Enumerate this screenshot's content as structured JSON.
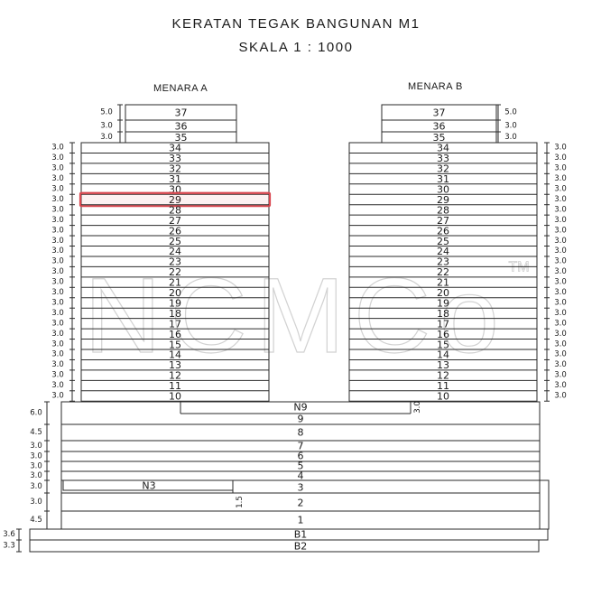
{
  "title": "KERATAN TEGAK BANGUNAN M1",
  "scale": "SKALA 1 : 1000",
  "watermark": "NCMCo",
  "watermark_mark": "TM",
  "colors": {
    "line": "#2a2a2a",
    "highlight": "#d9474f"
  },
  "highlighted_floor": "29",
  "tower_a": {
    "label": "MENARA A",
    "crown_floors": [
      {
        "label": "37",
        "height": "5.0"
      },
      {
        "label": "36",
        "height": "3.0"
      },
      {
        "label": "35",
        "height": "3.0"
      }
    ],
    "floors": [
      "34",
      "33",
      "32",
      "31",
      "30",
      "29",
      "28",
      "27",
      "26",
      "25",
      "24",
      "23",
      "22",
      "21",
      "20",
      "19",
      "18",
      "17",
      "16",
      "15",
      "14",
      "13",
      "12",
      "11",
      "10"
    ],
    "floor_height": "3.0"
  },
  "tower_b": {
    "label": "MENARA B",
    "crown_floors": [
      {
        "label": "37",
        "height": "5.0"
      },
      {
        "label": "36",
        "height": "3.0"
      },
      {
        "label": "35",
        "height": "3.0"
      }
    ],
    "floors": [
      "34",
      "33",
      "32",
      "31",
      "30",
      "29",
      "28",
      "27",
      "26",
      "25",
      "24",
      "23",
      "22",
      "21",
      "20",
      "19",
      "18",
      "17",
      "16",
      "15",
      "14",
      "13",
      "12",
      "11",
      "10"
    ],
    "floor_height": "3.0"
  },
  "podium": {
    "floors": [
      {
        "label": "N9",
        "height": "6.0"
      },
      {
        "label": "9",
        "height": ""
      },
      {
        "label": "8",
        "height": "4.5"
      },
      {
        "label": "7",
        "height": "3.0"
      },
      {
        "label": "6",
        "height": "3.0"
      },
      {
        "label": "5",
        "height": "3.0"
      },
      {
        "label": "4",
        "height": "3.0"
      },
      {
        "label": "3",
        "height": "3.0"
      },
      {
        "label": "2",
        "height": "3.0"
      },
      {
        "label": "1",
        "height": "4.5"
      },
      {
        "label": "B1",
        "height": "3.6"
      },
      {
        "label": "B2",
        "height": "3.3"
      }
    ],
    "mezzanine_n3": "N3",
    "note_n9": "3.0",
    "note_n3": "1.5"
  }
}
